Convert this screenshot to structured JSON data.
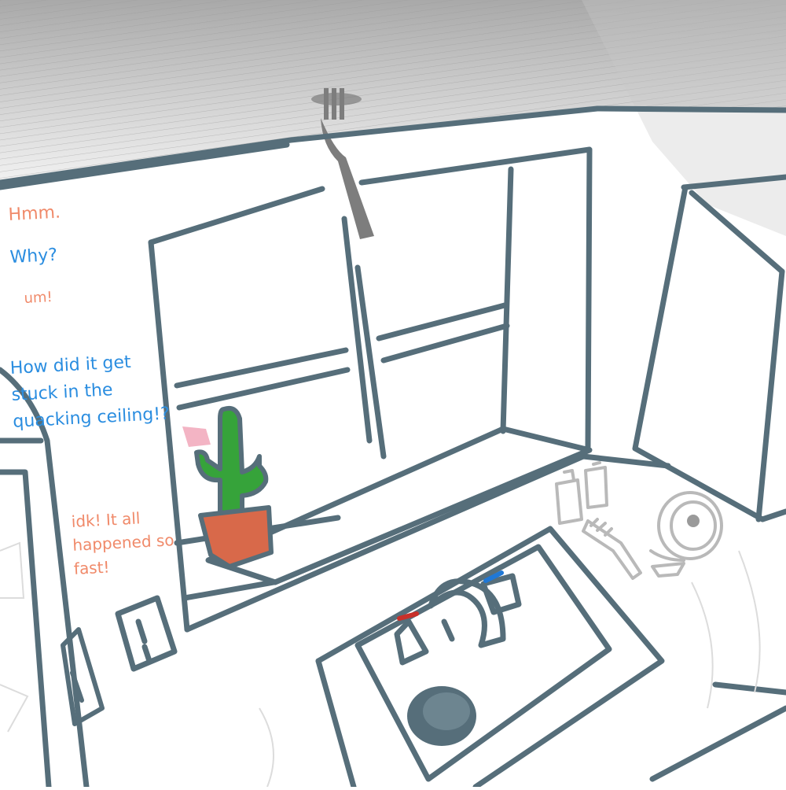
{
  "notes": [
    {
      "id": "note-1",
      "text": "Hmm.",
      "color": "#f08a6a"
    },
    {
      "id": "note-2",
      "text": "Why?",
      "color": "#2a8de0"
    },
    {
      "id": "note-3",
      "text": "um!",
      "color": "#f08a6a"
    },
    {
      "id": "note-4",
      "text": "",
      "color": "#f08a6a"
    },
    {
      "id": "note-5",
      "text": "How did it get stuck in the quacking ceiling!?",
      "color": "#2a8de0"
    },
    {
      "id": "note-6",
      "text": "idk! It all happened so fast!",
      "color": "#f08a6a"
    }
  ],
  "colors": {
    "outline": "#566e7a",
    "cactus": "#36a33a",
    "pot": "#d8694a",
    "flower": "#f3b4c4",
    "hot_tap": "#c8302a",
    "cold_tap": "#1f78d6",
    "ceiling_shade": "#b8b8b8",
    "fork": "#7d7d7d",
    "drain": "#566e7a",
    "counter_items": "#b9b9b9"
  },
  "icons": [
    "fork-icon",
    "cactus-icon",
    "flower-icon",
    "faucet-icon",
    "drain-icon",
    "dish-icon",
    "brush-icon",
    "soap-bottle-icon",
    "outlet-icon"
  ]
}
